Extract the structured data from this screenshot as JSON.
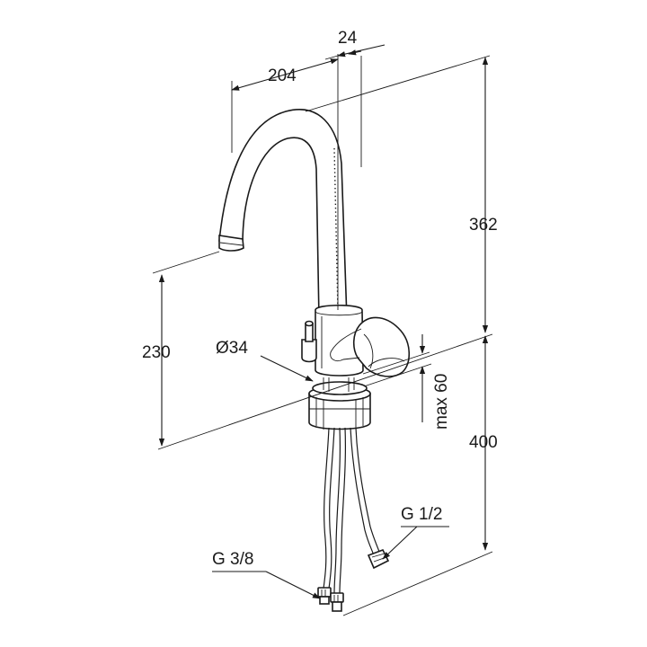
{
  "dimensions": {
    "spout_reach": "204",
    "spout_offset": "24",
    "total_height": "362",
    "spout_height": "230",
    "body_diameter": "Ø34",
    "max_deck_thickness": "max 60",
    "hose_length": "400",
    "connector_left": "G 3/8",
    "connector_right": "G 1/2"
  }
}
